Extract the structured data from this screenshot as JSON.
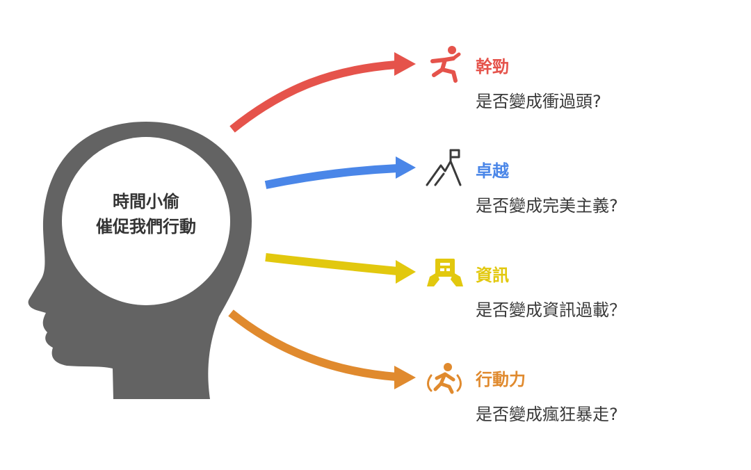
{
  "center": {
    "line1": "時間小偷",
    "line2": "催促我們行動"
  },
  "branches": [
    {
      "title": "幹勁",
      "question": "是否變成衝過頭?",
      "color": "#e5534b",
      "icon": "jumping-person-icon"
    },
    {
      "title": "卓越",
      "question": "是否變成完美主義?",
      "color": "#4a86e8",
      "icon": "mountain-flag-icon"
    },
    {
      "title": "資訊",
      "question": "是否變成資訊過載？",
      "color": "#e2c80e",
      "icon": "hands-holding-box-icon"
    },
    {
      "title": "行動力",
      "question": "是否變成瘋狂暴走?",
      "color": "#e08a2e",
      "icon": "running-person-icon"
    }
  ],
  "colors": {
    "head": "#636363",
    "text": "#3a3a3a"
  }
}
